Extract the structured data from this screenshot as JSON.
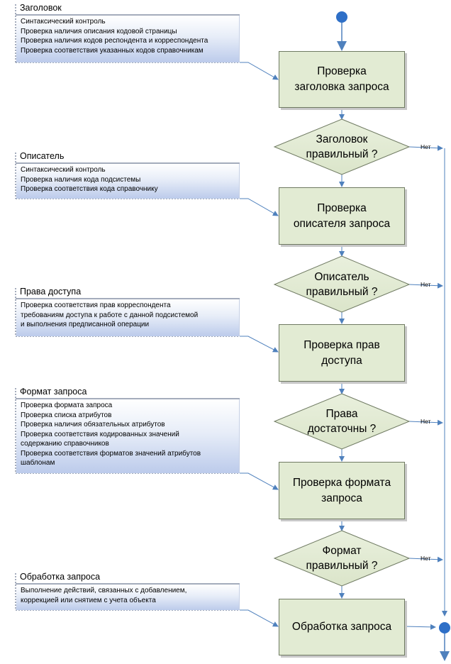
{
  "notes": [
    {
      "title": "Заголовок",
      "lines": [
        "Синтаксический контроль",
        "Проверка наличия описания кодовой страницы",
        "Проверка наличия кодов респондента и корреспондента",
        "Проверка соответствия указанных кодов справочникам"
      ]
    },
    {
      "title": "Описатель",
      "lines": [
        "Синтаксический контроль",
        "Проверка наличия кода подсистемы",
        "Проверка соответствия кода справочнику"
      ]
    },
    {
      "title": "Права доступа",
      "lines": [
        "Проверка соответствия прав корреспондента",
        "требованиям доступа к работе с данной подсистемой",
        "и выполнения предписанной операции"
      ]
    },
    {
      "title": "Формат запроса",
      "lines": [
        "Проверка формата запроса",
        "Проверка списка атрибутов",
        "Проверка наличия обязательных атрибутов",
        "Проверка соответствия кодированных значений",
        "содержанию справочников",
        "Проверка соответствия форматов значений атрибутов",
        "шаблонам"
      ]
    },
    {
      "title": "Обработка запроса",
      "lines": [
        "Выполнение действий, связанных с добавлением,",
        "коррекцией или снятием с учета объекта"
      ]
    }
  ],
  "activities": [
    {
      "lines": [
        "Проверка",
        "заголовка запроса"
      ]
    },
    {
      "lines": [
        "Проверка",
        "описателя запроса"
      ]
    },
    {
      "lines": [
        "Проверка прав",
        "доступа"
      ]
    },
    {
      "lines": [
        "Проверка формата",
        "запроса"
      ]
    },
    {
      "lines": [
        "Обработка запроса"
      ]
    }
  ],
  "decisions": [
    {
      "lines": [
        "Заголовок",
        "правильный ?"
      ],
      "no_label": "Нет"
    },
    {
      "lines": [
        "Описатель",
        "правильный ?"
      ],
      "no_label": "Нет"
    },
    {
      "lines": [
        "Права",
        "достаточны ?"
      ],
      "no_label": "Нет"
    },
    {
      "lines": [
        "Формат",
        "правильный ?"
      ],
      "no_label": "Нет"
    }
  ],
  "colors": {
    "node_fill": "#e2ebd3",
    "node_border": "#6f7a62",
    "connector": "#4f81bd",
    "note_shade": "#bccbeb",
    "start_dot": "#2e6fc7"
  }
}
